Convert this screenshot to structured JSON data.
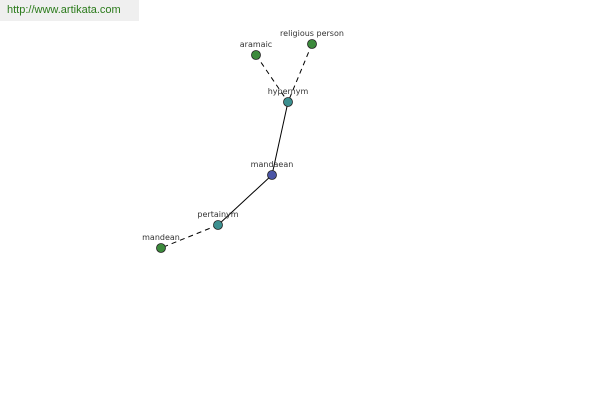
{
  "banner": {
    "url_text": "http://www.artikata.com"
  },
  "colors": {
    "leaf_node": "#3c8a3c",
    "relation_node": "#3c9090",
    "center_node": "#4a55a5",
    "banner_text": "#2a7a1a"
  },
  "graph": {
    "nodes": [
      {
        "id": "aramaic",
        "label": "aramaic",
        "kind": "leaf"
      },
      {
        "id": "religious-person",
        "label": "religious person",
        "kind": "leaf"
      },
      {
        "id": "hypernym",
        "label": "hypernym",
        "kind": "relation"
      },
      {
        "id": "mandaean",
        "label": "mandaean",
        "kind": "center"
      },
      {
        "id": "pertainym",
        "label": "pertainym",
        "kind": "relation"
      },
      {
        "id": "mandean",
        "label": "mandean",
        "kind": "leaf"
      }
    ],
    "edges": [
      {
        "from": "aramaic",
        "to": "hypernym",
        "style": "dashed"
      },
      {
        "from": "religious-person",
        "to": "hypernym",
        "style": "dashed"
      },
      {
        "from": "hypernym",
        "to": "mandaean",
        "style": "solid"
      },
      {
        "from": "mandaean",
        "to": "pertainym",
        "style": "solid"
      },
      {
        "from": "pertainym",
        "to": "mandean",
        "style": "dashed"
      }
    ]
  }
}
